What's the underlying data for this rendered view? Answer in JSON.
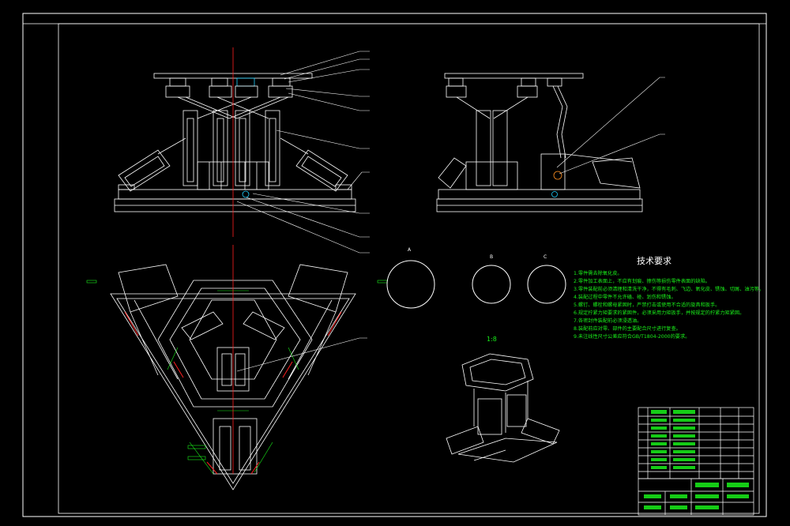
{
  "drawing": {
    "detail_scale": "1:8",
    "view_labels": [
      "A",
      "B",
      "C"
    ],
    "technical_requirements": {
      "title": "技术要求",
      "items": [
        "1.零件需去除氧化皮。",
        "2.零件加工表面上，不应有划痕、擦伤等损伤零件表面的缺陷。",
        "3.零件装配前必须清理和清洗干净，不得有毛刺、飞边、氧化皮、锈蚀、切屑、油污等。",
        "4.装配过程中零件不允许磕、碰、划伤和锈蚀。",
        "5.螺钉、螺栓和螺母紧固时，严禁打击或使用不合适的旋具和扳手。",
        "6.规定拧紧力矩要求的紧固件，必须采用力矩扳手，并按规定的拧紧力矩紧固。",
        "7.各密封件装配前必须浸透油。",
        "8.装配前应对零、部件的主要配合尺寸进行复查。",
        "9.未注线性尺寸公差应符合GB/T1804-2000的要求。"
      ]
    }
  },
  "colors": {
    "line": "#ffffff",
    "centerline": "#ff2020",
    "dimension": "#19f01a",
    "highlight": "#20d0ff",
    "border": "#ffffff"
  }
}
